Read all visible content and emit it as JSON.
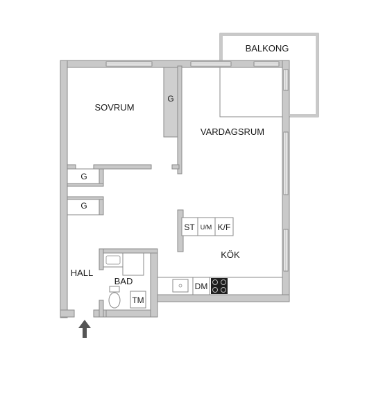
{
  "rooms": {
    "balcony": "BALKONG",
    "bedroom": "SOVRUM",
    "living": "VARDAGSRUM",
    "kitchen": "KÖK",
    "hall": "HALL",
    "bath": "BAD"
  },
  "fixtures": {
    "wardrobe": "G",
    "stove": "ST",
    "oven_micro": "U/M",
    "fridge_freezer": "K/F",
    "dishwasher": "DM",
    "washer": "TM"
  },
  "colors": {
    "wall": "#c9c9c9",
    "outline": "#8a8a8a",
    "arrow": "#555555"
  },
  "icons": {
    "entrance": "arrow-up-icon",
    "sink": "sink-icon",
    "toilet": "toilet-icon",
    "hob": "hob-icon"
  }
}
